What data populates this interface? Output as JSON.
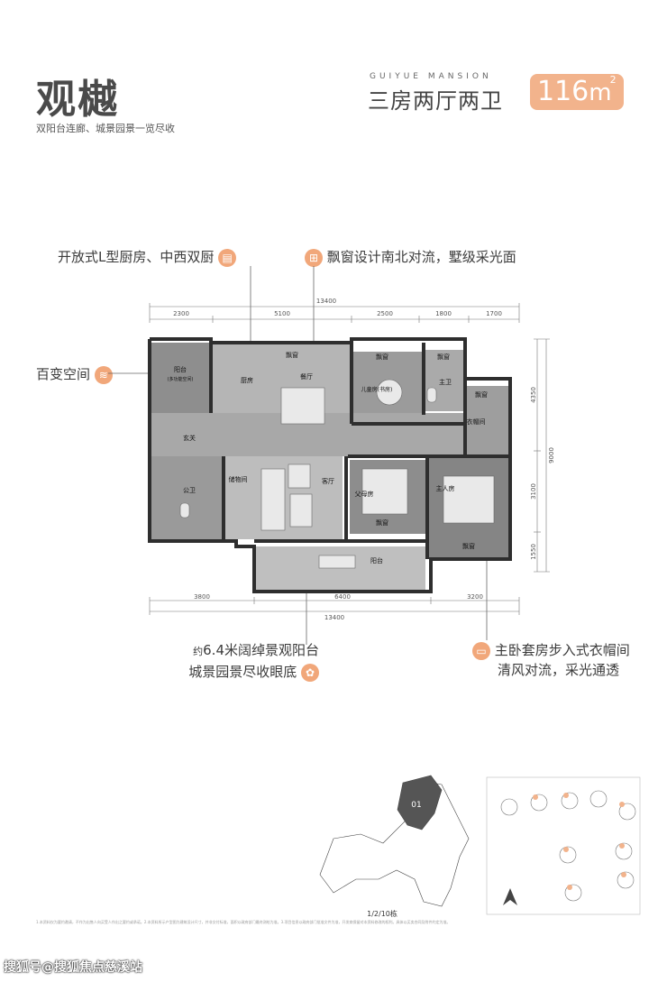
{
  "header": {
    "title": "观樾",
    "subtitle": "双阳台连廊、城景园景一览尽收",
    "mansion": "GUIYUE MANSION",
    "layout_name": "三房两厅两卫",
    "area_number": "116",
    "area_unit": "m",
    "area_sup": "2"
  },
  "callouts": {
    "kitchen": "开放式L型厨房、中西双厨",
    "window": "飘窗设计南北对流，墅级采光面",
    "flex_space": "百变空间",
    "balcony_line1": "6.4米阔绰景观阳台",
    "balcony_prefix": "约",
    "balcony_line2": "城景园景尽收眼底",
    "master_line1": "主卧套房步入式衣帽间",
    "master_line2": "清风对流，采光通透"
  },
  "dimensions": {
    "top_total": "13400",
    "top_segments": [
      "2300",
      "5100",
      "2500",
      "1800",
      "1700"
    ],
    "bottom_segments": [
      "3800",
      "6400",
      "3200"
    ],
    "bottom_total": "13400",
    "right_segments": [
      "4350",
      "3100",
      "1550"
    ],
    "right_total": "9000"
  },
  "rooms": {
    "balcony_small": "阳台",
    "balcony_small_note": "(多功能空间)",
    "kitchen": "厨房",
    "dining": "餐厅",
    "bay_window": "飘窗",
    "kids_room": "儿童房(书房)",
    "master_bath": "主卫",
    "wardrobe": "衣帽间",
    "entrance": "玄关",
    "storage": "储物间",
    "public_bath": "公卫",
    "living": "客厅",
    "parents_room": "父母房",
    "master_room": "主人房",
    "balcony_main": "阳台"
  },
  "site": {
    "building_number": "01",
    "building_label": "1/2/10栋"
  },
  "footnote": "1.本资料仅为要约邀请，不作为出售人向买受人作出之要约或承诺。2.本资料所示户型图为建筑设计尺寸，并非交付标准，面积以政府部门最终测绘为准。3.项目信息以政府部门批准文件为准，开发商保留对本资料修改的权利。具体以买卖合同及附件约定为准。",
  "watermark": "搜狐号@搜狐焦点慈溪站",
  "colors": {
    "accent": "#f1a77a",
    "area_box": "#f2b38c",
    "wall": "#2f2f2f",
    "floor_grey": "#8f8f8f",
    "floor_light": "#b8b8b8"
  },
  "icons": {
    "kitchen": "stove-icon",
    "window": "window-icon",
    "flex_space": "layers-icon",
    "balcony": "leaf-icon",
    "master": "wardrobe-icon",
    "north": "north-arrow-icon"
  }
}
